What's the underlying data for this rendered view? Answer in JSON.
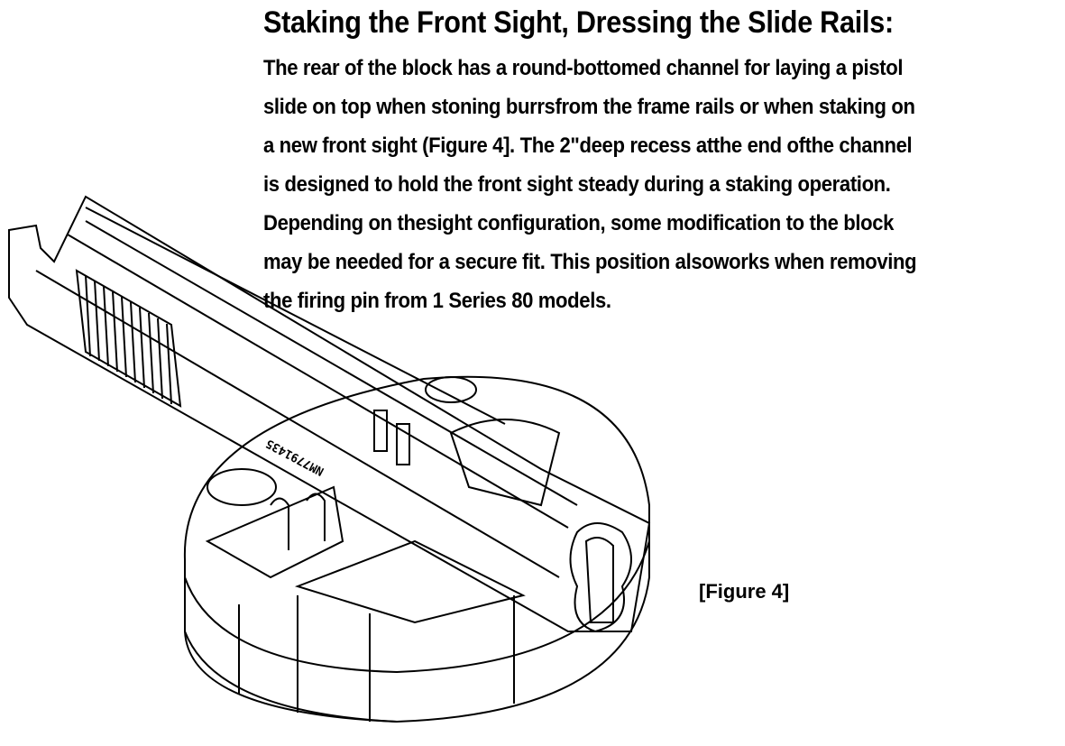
{
  "heading": "Staking the Front Sight, Dressing the Slide Rails:",
  "paragraph_lines": [
    "The rear of the block has a round-bottomed channel for laying a pistol",
    "slide on top when stoning burrsfrom the frame rails or when staking on",
    "a new front sight (Figure 4]. The 2\"deep recess atthe end ofthe channel",
    "is designed to hold the front sight steady during a staking operation.",
    "Depending on thesight configuration, some modification to the block",
    "may be needed for a secure fit. This position alsoworks when removing",
    "the firing pin from 1 Series 80 models."
  ],
  "figure": {
    "caption": "[Figure 4]",
    "slide_stamp": "NM7791435"
  }
}
